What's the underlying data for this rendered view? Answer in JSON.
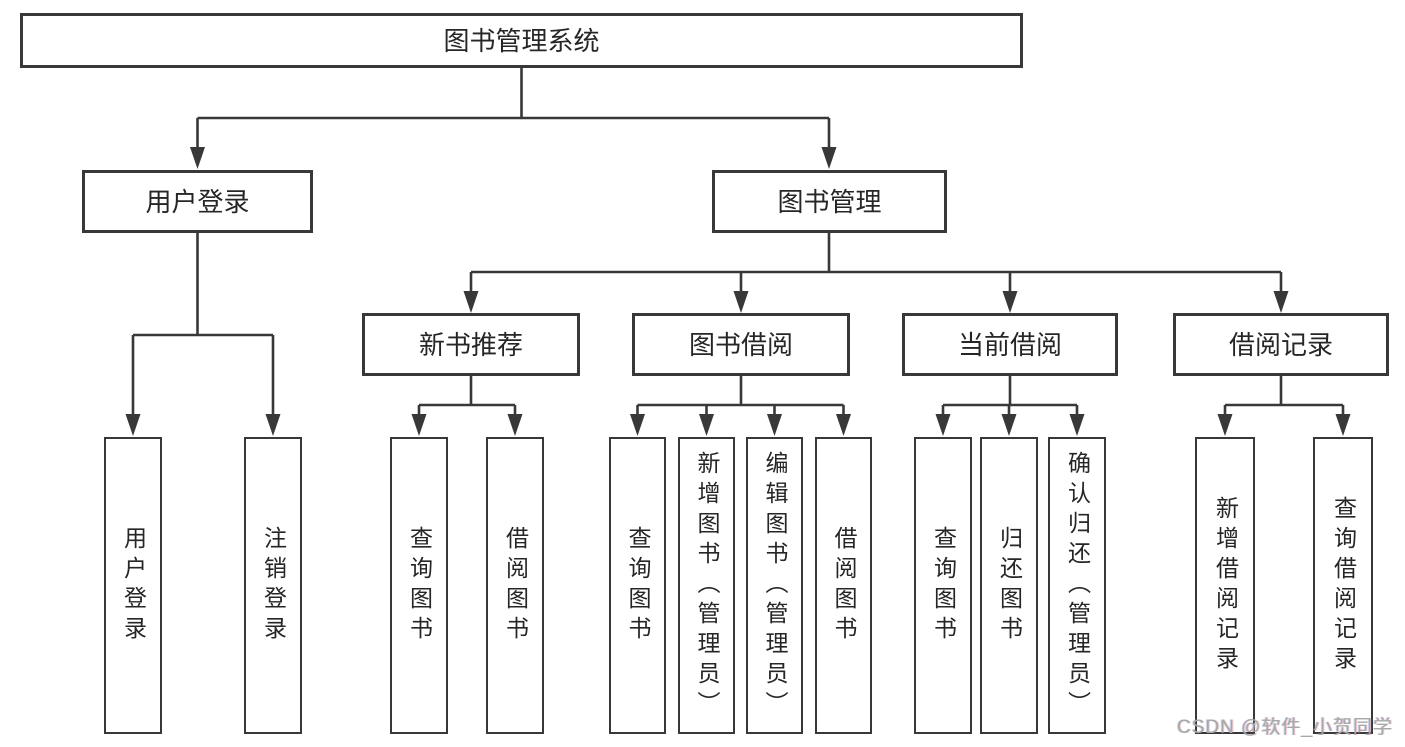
{
  "diagram": {
    "root": {
      "label": "图书管理系统"
    },
    "branches": [
      {
        "label": "用户登录",
        "children": [
          {
            "label": "用户登录"
          },
          {
            "label": "注销登录"
          }
        ]
      },
      {
        "label": "图书管理",
        "children": [
          {
            "label": "新书推荐",
            "children": [
              {
                "label": "查询图书"
              },
              {
                "label": "借阅图书"
              }
            ]
          },
          {
            "label": "图书借阅",
            "children": [
              {
                "label": "查询图书"
              },
              {
                "label": "新增图书（管理员）"
              },
              {
                "label": "编辑图书（管理员）"
              },
              {
                "label": "借阅图书"
              }
            ]
          },
          {
            "label": "当前借阅",
            "children": [
              {
                "label": "查询图书"
              },
              {
                "label": "归还图书"
              },
              {
                "label": "确认归还（管理员）"
              }
            ]
          },
          {
            "label": "借阅记录",
            "children": [
              {
                "label": "新增借阅记录"
              },
              {
                "label": "查询借阅记录"
              }
            ]
          }
        ]
      }
    ],
    "watermark": "CSDN @软件_小贺同学",
    "colors": {
      "line": "#383838",
      "text": "#262626",
      "background": "#ffffff",
      "watermark": "#a8a8a8"
    }
  }
}
